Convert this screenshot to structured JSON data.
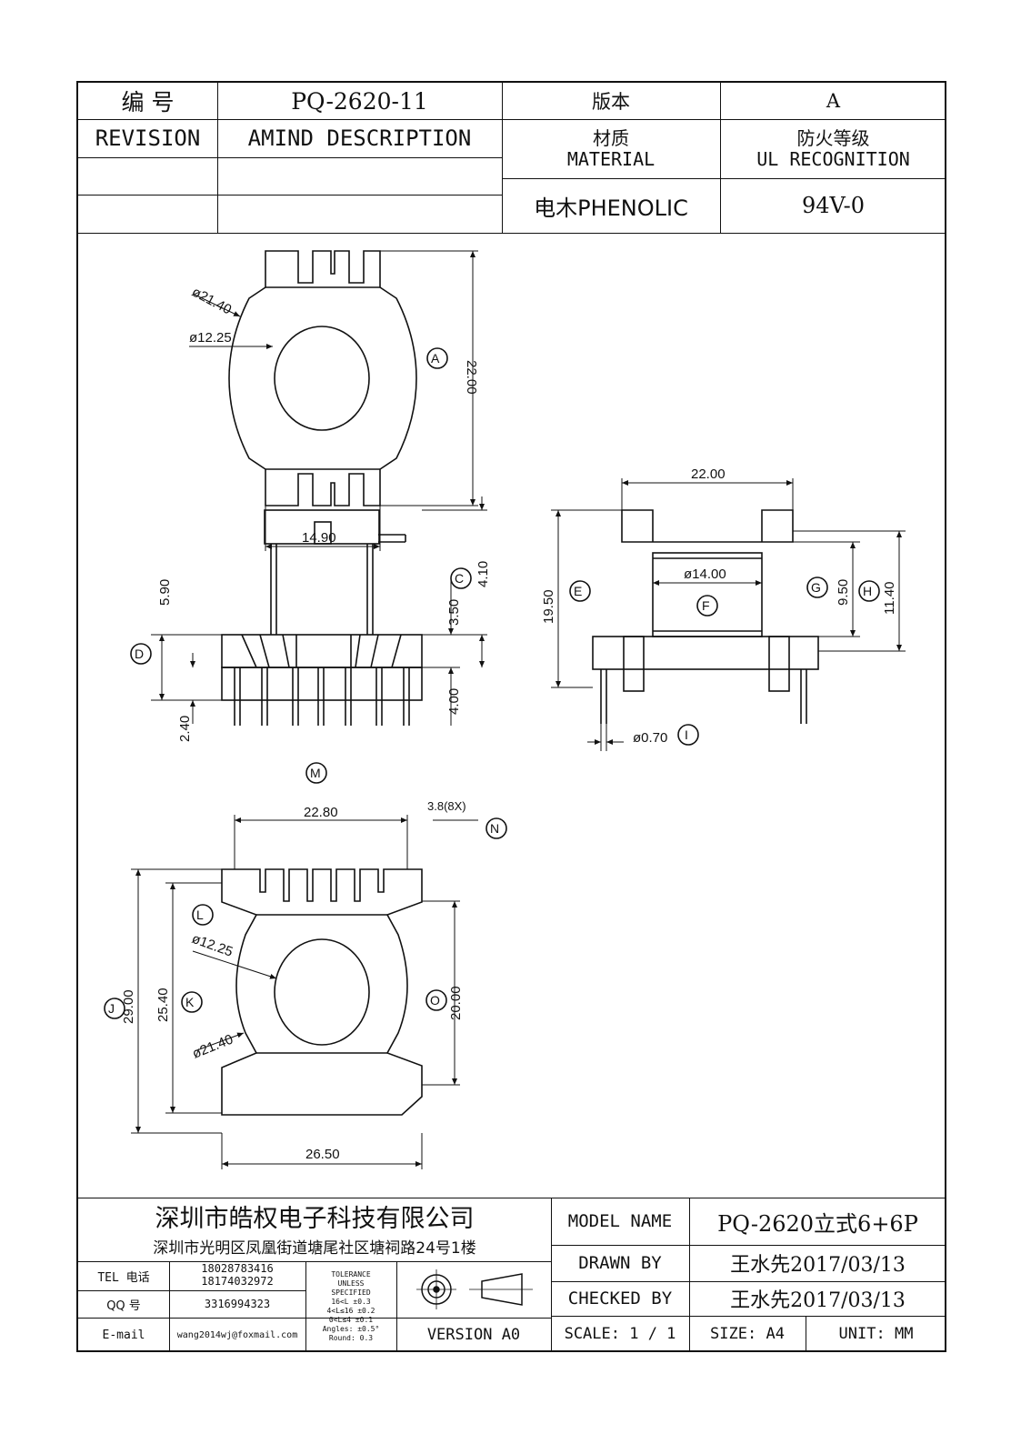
{
  "header": {
    "part_no_label": "编  号",
    "part_no": "PQ-2620-11",
    "version_label": "版本",
    "version": "A",
    "revision_label": "REVISION",
    "amend_label": "AMIND DESCRIPTION",
    "material_label_cn": "材质",
    "material_label_en": "MATERIAL",
    "ul_label_cn": "防火等级",
    "ul_label_en": "UL RECOGNITION",
    "material_value": "电木PHENOLIC",
    "ul_value": "94V-0"
  },
  "drawing": {
    "top_view": {
      "dia_outer": "ø21.40",
      "dia_inner": "ø12.25",
      "height": "22.00",
      "width": "14.90",
      "ref": "A"
    },
    "front_view": {
      "dim_c": "4.10",
      "ref_c": "C",
      "dim_590": "5.90",
      "dim_350": "3.50",
      "ref_d": "D",
      "dim_240": "2.40",
      "dim_400": "4.00"
    },
    "side_view": {
      "width": "22.00",
      "dia": "ø14.00",
      "height_e": "19.50",
      "ref_e": "E",
      "ref_f": "F",
      "ref_g": "G",
      "dim_g": "9.50",
      "ref_h": "H",
      "dim_h": "11.40",
      "pin_dia": "ø0.70",
      "ref_i": "I"
    },
    "bottom_view": {
      "ref_m": "M",
      "width_m": "22.80",
      "slot": "3.8(8X)",
      "ref_n": "N",
      "ref_l": "L",
      "dia_inner": "ø12.25",
      "dia_outer": "ø21.40",
      "ref_j": "J",
      "dim_j": "29.00",
      "dim_k": "25.40",
      "ref_k": "K",
      "ref_o": "O",
      "dim_o": "20.00",
      "width_bottom": "26.50"
    }
  },
  "title_block": {
    "company": "深圳市皓权电子科技有限公司",
    "address": "深圳市光明区凤凰街道塘尾社区塘祠路24号1楼",
    "tel_label": "TEL 电话",
    "tel1": "18028783416",
    "tel2": "18174032972",
    "qq_label": "QQ  号",
    "qq": "3316994323",
    "email_label": "E-mail",
    "email": "wang2014wj@foxmail.com",
    "tolerance": [
      "TOLERANCE",
      "UNLESS",
      "SPECIFIED",
      "16<L        ±0.3",
      "4<L≤16     ±0.2",
      "0<L≤4       ±0.1",
      "Angles: ±0.5°",
      "Round: 0.3"
    ],
    "version": "VERSION A0",
    "model_label": "MODEL NAME",
    "model_value": "PQ-2620立式6+6P",
    "drawn_label": "DRAWN BY",
    "drawn_value": "王水先2017/03/13",
    "checked_label": "CHECKED BY",
    "checked_value": "王水先2017/03/13",
    "scale": "SCALE: 1 / 1",
    "size": "SIZE: A4",
    "unit": "UNIT: MM"
  }
}
